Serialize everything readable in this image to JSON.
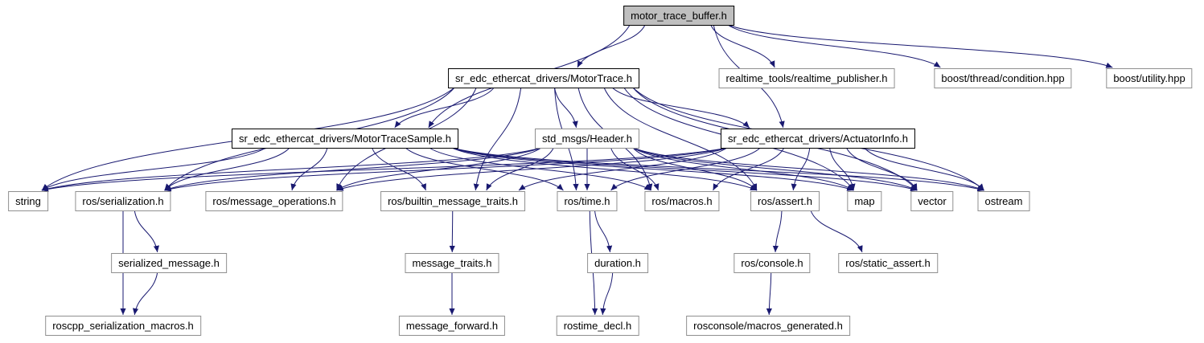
{
  "diagram": {
    "title": "Include dependency graph for motor_trace_buffer.h",
    "edge_color": "#191970",
    "current_node_fill": "#bfbfbf",
    "nodes": [
      {
        "id": "mtb",
        "label": "motor_trace_buffer.h",
        "type": "current"
      },
      {
        "id": "motortrace",
        "label": "sr_edc_ethercat_drivers/MotorTrace.h",
        "type": "documented"
      },
      {
        "id": "realtime_publisher",
        "label": "realtime_tools/realtime_publisher.h",
        "type": "external"
      },
      {
        "id": "condition",
        "label": "boost/thread/condition.hpp",
        "type": "external"
      },
      {
        "id": "utility",
        "label": "boost/utility.hpp",
        "type": "external"
      },
      {
        "id": "sample",
        "label": "sr_edc_ethercat_drivers/MotorTraceSample.h",
        "type": "documented"
      },
      {
        "id": "header",
        "label": "std_msgs/Header.h",
        "type": "external"
      },
      {
        "id": "actuatorinfo",
        "label": "sr_edc_ethercat_drivers/ActuatorInfo.h",
        "type": "documented"
      },
      {
        "id": "string",
        "label": "string",
        "type": "external"
      },
      {
        "id": "serialization",
        "label": "ros/serialization.h",
        "type": "external"
      },
      {
        "id": "message_operations",
        "label": "ros/message_operations.h",
        "type": "external"
      },
      {
        "id": "builtin",
        "label": "ros/builtin_message_traits.h",
        "type": "external"
      },
      {
        "id": "time",
        "label": "ros/time.h",
        "type": "external"
      },
      {
        "id": "macros",
        "label": "ros/macros.h",
        "type": "external"
      },
      {
        "id": "assert",
        "label": "ros/assert.h",
        "type": "external"
      },
      {
        "id": "map",
        "label": "map",
        "type": "external"
      },
      {
        "id": "vector",
        "label": "vector",
        "type": "external"
      },
      {
        "id": "ostream",
        "label": "ostream",
        "type": "external"
      },
      {
        "id": "serialized_message",
        "label": "serialized_message.h",
        "type": "external"
      },
      {
        "id": "message_traits",
        "label": "message_traits.h",
        "type": "external"
      },
      {
        "id": "duration",
        "label": "duration.h",
        "type": "external"
      },
      {
        "id": "console",
        "label": "ros/console.h",
        "type": "external"
      },
      {
        "id": "static_assert",
        "label": "ros/static_assert.h",
        "type": "external"
      },
      {
        "id": "roscpp_macros",
        "label": "roscpp_serialization_macros.h",
        "type": "external"
      },
      {
        "id": "message_forward",
        "label": "message_forward.h",
        "type": "external"
      },
      {
        "id": "rostime_decl",
        "label": "rostime_decl.h",
        "type": "external"
      },
      {
        "id": "macros_generated",
        "label": "rosconsole/macros_generated.h",
        "type": "external"
      }
    ],
    "edges": [
      [
        "mtb",
        "motortrace"
      ],
      [
        "mtb",
        "sample"
      ],
      [
        "mtb",
        "actuatorinfo"
      ],
      [
        "mtb",
        "realtime_publisher"
      ],
      [
        "mtb",
        "condition"
      ],
      [
        "mtb",
        "utility"
      ],
      [
        "motortrace",
        "header"
      ],
      [
        "motortrace",
        "sample"
      ],
      [
        "motortrace",
        "actuatorinfo"
      ],
      [
        "motortrace",
        "string"
      ],
      [
        "motortrace",
        "serialization"
      ],
      [
        "motortrace",
        "message_operations"
      ],
      [
        "motortrace",
        "builtin"
      ],
      [
        "motortrace",
        "time"
      ],
      [
        "motortrace",
        "macros"
      ],
      [
        "motortrace",
        "assert"
      ],
      [
        "motortrace",
        "map"
      ],
      [
        "motortrace",
        "vector"
      ],
      [
        "motortrace",
        "ostream"
      ],
      [
        "sample",
        "string"
      ],
      [
        "sample",
        "serialization"
      ],
      [
        "sample",
        "message_operations"
      ],
      [
        "sample",
        "builtin"
      ],
      [
        "sample",
        "time"
      ],
      [
        "sample",
        "macros"
      ],
      [
        "sample",
        "assert"
      ],
      [
        "sample",
        "map"
      ],
      [
        "sample",
        "vector"
      ],
      [
        "sample",
        "ostream"
      ],
      [
        "header",
        "string"
      ],
      [
        "header",
        "serialization"
      ],
      [
        "header",
        "message_operations"
      ],
      [
        "header",
        "builtin"
      ],
      [
        "header",
        "time"
      ],
      [
        "header",
        "macros"
      ],
      [
        "header",
        "assert"
      ],
      [
        "header",
        "map"
      ],
      [
        "header",
        "vector"
      ],
      [
        "header",
        "ostream"
      ],
      [
        "actuatorinfo",
        "string"
      ],
      [
        "actuatorinfo",
        "serialization"
      ],
      [
        "actuatorinfo",
        "message_operations"
      ],
      [
        "actuatorinfo",
        "builtin"
      ],
      [
        "actuatorinfo",
        "time"
      ],
      [
        "actuatorinfo",
        "macros"
      ],
      [
        "actuatorinfo",
        "assert"
      ],
      [
        "actuatorinfo",
        "map"
      ],
      [
        "actuatorinfo",
        "vector"
      ],
      [
        "actuatorinfo",
        "ostream"
      ],
      [
        "serialization",
        "serialized_message"
      ],
      [
        "serialization",
        "roscpp_macros"
      ],
      [
        "serialized_message",
        "roscpp_macros"
      ],
      [
        "builtin",
        "message_traits"
      ],
      [
        "message_traits",
        "message_forward"
      ],
      [
        "time",
        "duration"
      ],
      [
        "time",
        "rostime_decl"
      ],
      [
        "duration",
        "rostime_decl"
      ],
      [
        "assert",
        "console"
      ],
      [
        "assert",
        "static_assert"
      ],
      [
        "console",
        "macros_generated"
      ]
    ]
  }
}
